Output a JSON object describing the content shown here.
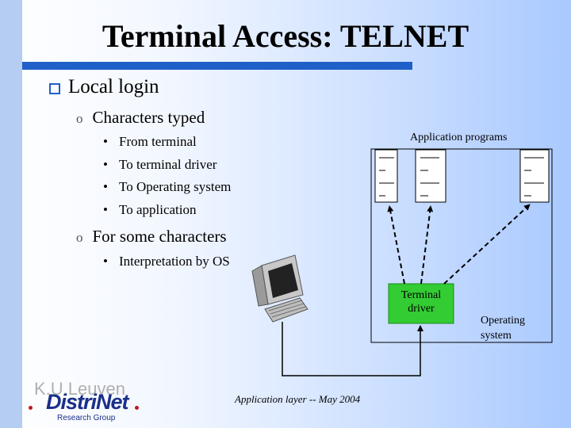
{
  "title": "Terminal Access: TELNET",
  "bullets": {
    "local_login": "Local login",
    "characters_typed": "Characters typed",
    "from_terminal": "From terminal",
    "to_terminal_driver": "To terminal driver",
    "to_os": "To Operating system",
    "to_application": "To application",
    "some_characters": "For some characters",
    "interpretation": "Interpretation by OS"
  },
  "diagram": {
    "app_programs_label": "Application programs",
    "terminal_driver_line1": "Terminal",
    "terminal_driver_line2": "driver",
    "os_line1": "Operating",
    "os_line2": "system"
  },
  "footer": "Application layer  --  May 2004",
  "logo": {
    "kul": "K.U.Leuven",
    "name": "DistriNet",
    "sub": "Research Group"
  },
  "colors": {
    "accent": "#1f5fc8",
    "driver_fill": "#33cc33",
    "logo_blue": "#1a2f8a",
    "logo_red": "#c0191e"
  }
}
